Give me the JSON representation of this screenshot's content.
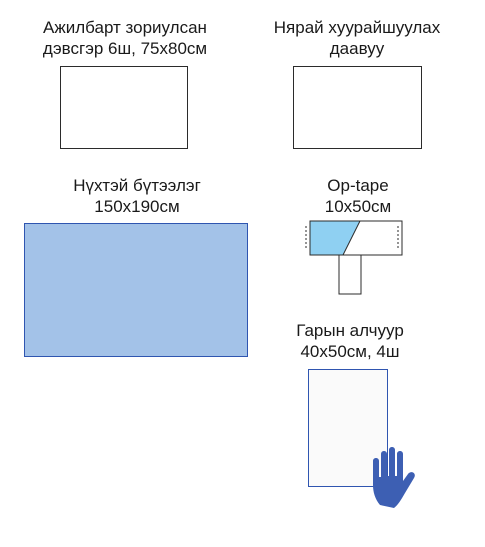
{
  "items": {
    "towel": {
      "line1": "Ажилбарт зориулсан",
      "line2": "дэвсгэр 6ш, 75x80см"
    },
    "baby_wipe": {
      "line1": "Нярай хуурайшуулах",
      "line2": "даавуу"
    },
    "drape": {
      "line1": "Нүхтэй бүтээлэг",
      "line2": "150x190см",
      "fill_color": "#a3c2e8",
      "border_color": "#2f55b0"
    },
    "op_tape": {
      "line1": "Op-tape",
      "line2": "10x50см",
      "fill_color": "#8fd0f2"
    },
    "glove": {
      "line1": "Гарын алчуур",
      "line2": "40x50см, 4ш",
      "icon": "hand-icon",
      "icon_color": "#3d5fb3"
    }
  }
}
